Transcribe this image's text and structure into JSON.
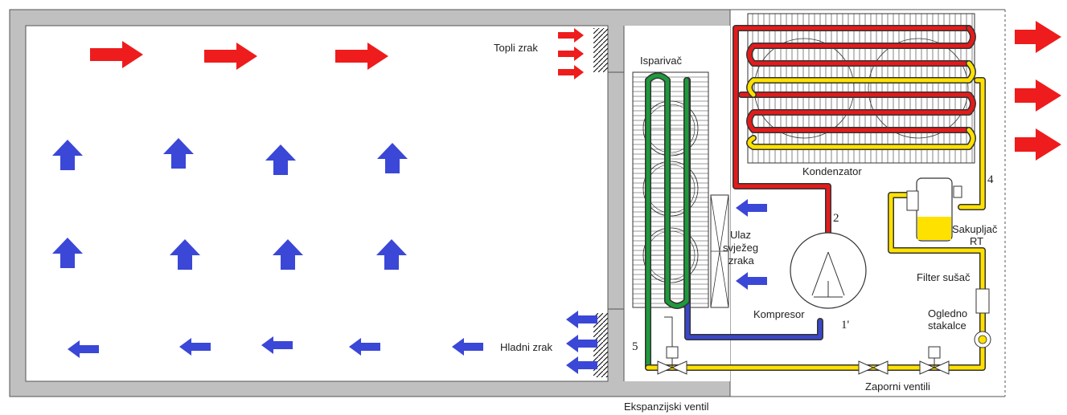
{
  "labels": {
    "topli_zrak": "Topli zrak",
    "isparivac": "Isparivač",
    "kondenzator": "Kondenzator",
    "ulaz": [
      "Ulaz",
      "svježeg",
      "zraka"
    ],
    "sakupljac": [
      "Sakupljač",
      "RT"
    ],
    "filter": "Filter sušač",
    "ogledno": [
      "Ogledno",
      "stakalce"
    ],
    "kompresor": "Kompresor",
    "hladni_zrak": "Hladni zrak",
    "zaporni": "Zaporni ventili",
    "ekspanzijski": "Ekspanzijski ventil"
  },
  "point_numbers": {
    "p2": "2",
    "p1p": "1'",
    "p4": "4",
    "p5": "5"
  },
  "colors": {
    "warm_air": "#ee1c1c",
    "cold_air": "#3b47d6",
    "discharge_line": "#e41b1b",
    "liquid_line": "#ffe100",
    "suction_line": "#3a47c8",
    "evaporator_loop": "#1e9a3c",
    "wall": "#c0c0c0"
  }
}
